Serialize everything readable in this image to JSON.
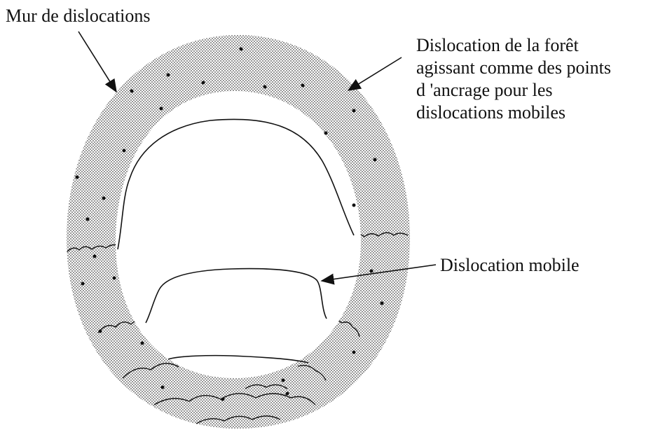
{
  "labels": {
    "wall": "Mur de dislocations",
    "forest_lines": [
      "Dislocation de la forêt",
      "agissant comme des points",
      "d 'ancrage pour les",
      "dislocations mobiles"
    ],
    "mobile": "Dislocation mobile"
  },
  "colors": {
    "ink": "#111111",
    "wall_stipple": "#8a8a8a",
    "background": "#ffffff"
  }
}
